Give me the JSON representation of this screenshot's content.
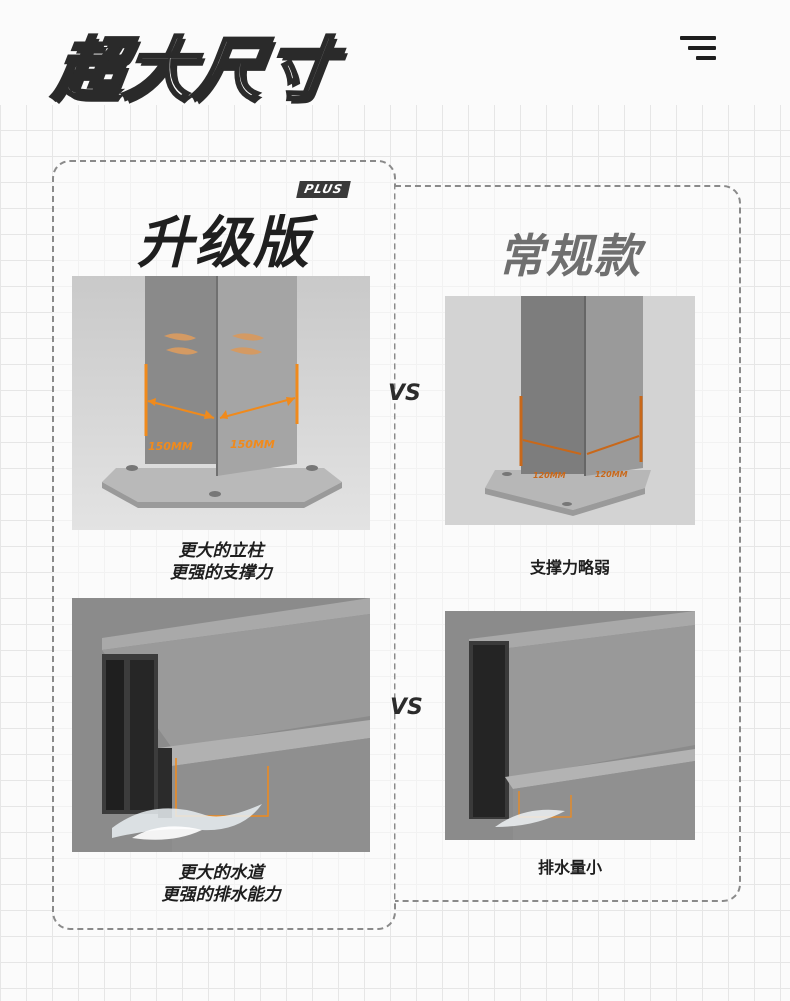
{
  "header": {
    "title": "超大尺寸"
  },
  "upgrade": {
    "badge": "PLUS",
    "title": "升级版",
    "post_dim_left": "150MM",
    "post_dim_right": "150MM",
    "post_caption_line1": "更大的立柱",
    "post_caption_line2": "更强的支撑力",
    "channel_caption_line1": "更大的水道",
    "channel_caption_line2": "更强的排水能力"
  },
  "comparison": {
    "vs_top": "VS",
    "vs_bottom": "VS"
  },
  "standard": {
    "title": "常规款",
    "post_dim_left": "120MM",
    "post_dim_right": "120MM",
    "post_caption": "支撑力略弱",
    "channel_caption": "排水量小"
  },
  "colors": {
    "accent_orange": "#f08a1c",
    "dark": "#1f1f1f",
    "metal": "#8e8e8e"
  }
}
